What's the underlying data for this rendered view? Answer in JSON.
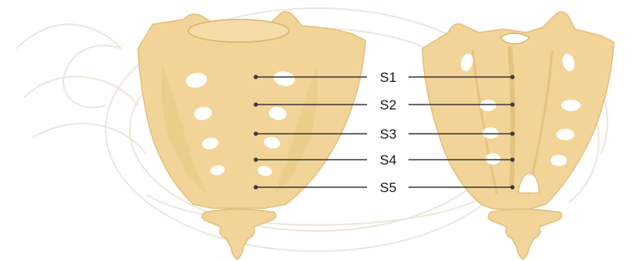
{
  "labels": [
    {
      "id": "s1",
      "text": "S1"
    },
    {
      "id": "s2",
      "text": "S2"
    },
    {
      "id": "s3",
      "text": "S3"
    },
    {
      "id": "s4",
      "text": "S4"
    },
    {
      "id": "s5",
      "text": "S5"
    }
  ],
  "colors": {
    "bone": "#f2d498",
    "bone_edge": "#e2c07e",
    "bone_shadow": "#e6c684",
    "foramen": "#ffffff",
    "leader": "#3a3a3a",
    "watermark": "#ece7dc"
  }
}
